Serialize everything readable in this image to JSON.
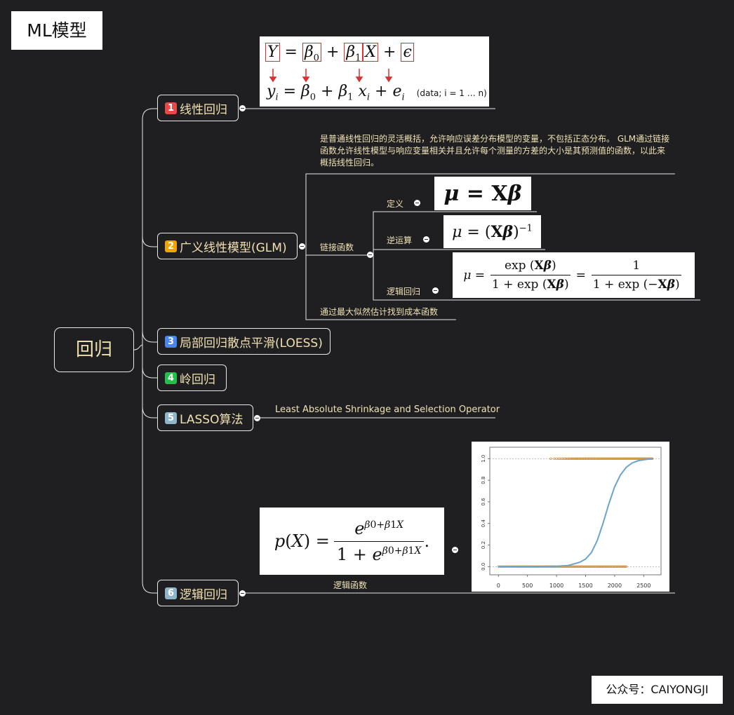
{
  "title": "ML模型",
  "root": "回归",
  "watermark": "公众号：CAIYONGJI",
  "branches": [
    {
      "num": "1",
      "label": "线性回归",
      "color": "#e84848"
    },
    {
      "num": "2",
      "label": "广义线性模型(GLM)",
      "color": "#f0a400"
    },
    {
      "num": "3",
      "label": "局部回归散点平滑(LOESS)",
      "color": "#4a86f0"
    },
    {
      "num": "4",
      "label": "岭回归",
      "color": "#22c04a"
    },
    {
      "num": "5",
      "label": "LASSO算法",
      "color": "#8fb6c8"
    },
    {
      "num": "6",
      "label": "逻辑回归",
      "color": "#8fb6c8"
    }
  ],
  "linear": {
    "formula_top": "Y = β0 + β1 X + ϵ",
    "formula_bottom": "yi = β0 + β1 xi + ei",
    "note": "(data; i = 1 … n)"
  },
  "glm": {
    "description": "是普通线性回归的灵活概括，允许响应误差分布模型的变量，不包括正态分布。 GLM通过链接函数允许线性模型与响应变量相关并且允许每个测量的方差的大小是其预测值的函数，以此来概括线性回归。",
    "link_label": "链接函数",
    "items": [
      {
        "label": "定义",
        "formula": "μ = Xβ"
      },
      {
        "label": "逆运算",
        "formula": "μ = (Xβ)⁻¹"
      },
      {
        "label": "逻辑回归",
        "formula": "μ = exp(Xβ)/(1+exp(Xβ)) = 1/(1+exp(−Xβ))"
      }
    ],
    "mle_note": "通过最大似然估计找到成本函数"
  },
  "lasso": {
    "note": "Least Absolute Shrinkage and Selection Operator"
  },
  "logistic": {
    "formula": "p(X) = e^(β0+β1X) / (1 + e^(β0+β1X)).",
    "label": "逻辑函数"
  },
  "chart_data": {
    "type": "line",
    "x_ticks": [
      0,
      500,
      1000,
      1500,
      2000,
      2500
    ],
    "y_ticks": [
      "0.0",
      "0.2",
      "0.4",
      "0.6",
      "0.8",
      "1.0"
    ],
    "xlim": [
      -100,
      2750
    ],
    "ylim": [
      -0.05,
      1.08
    ],
    "series": [
      {
        "kind": "curve",
        "color": "#6aa4cc",
        "x": [
          0,
          500,
          1000,
          1200,
          1400,
          1500,
          1600,
          1700,
          1800,
          1900,
          2000,
          2100,
          2200,
          2300,
          2400,
          2500,
          2650
        ],
        "y": [
          0.0,
          0.0,
          0.003,
          0.01,
          0.04,
          0.07,
          0.13,
          0.24,
          0.4,
          0.58,
          0.74,
          0.85,
          0.92,
          0.96,
          0.98,
          0.99,
          1.0
        ]
      },
      {
        "kind": "points-zero",
        "color": "#d49a3c",
        "x_range": [
          0,
          2200
        ],
        "y": 0
      },
      {
        "kind": "points-one",
        "color": "#d49a3c",
        "x_range": [
          900,
          2650
        ],
        "y": 1
      }
    ],
    "grid": false
  }
}
